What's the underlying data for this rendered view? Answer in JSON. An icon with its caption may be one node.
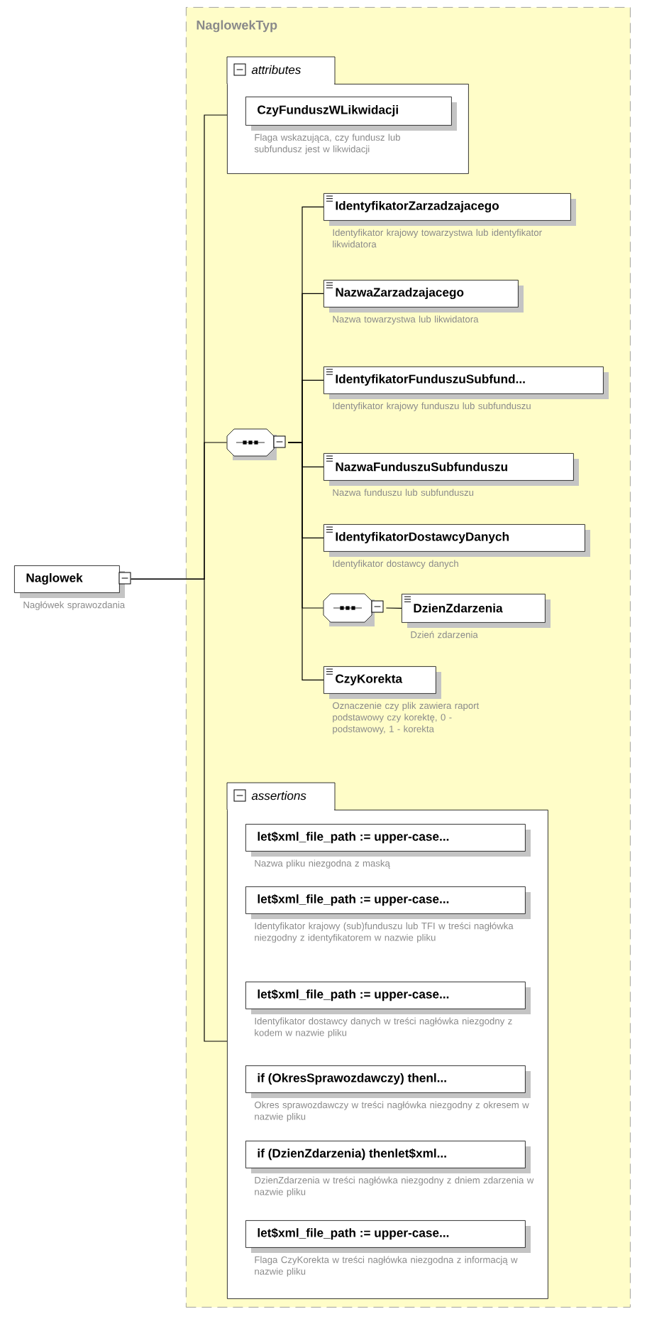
{
  "diagram": {
    "nodes": [
      {
        "text": [
          "NaglowekTyp"
        ]
      },
      {
        "text": [
          "attributes"
        ],
        "in": 0
      },
      {
        "text": [
          "CzyFunduszWLikwidacji"
        ],
        "in": 1,
        "beside": [
          "Flaga wskazująca, czy fundusz lub subfundusz jest w likwidacji"
        ]
      },
      {
        "text": [],
        "shape": "octagon",
        "in": 0
      },
      {
        "text": [
          "IdentyfikatorZarzadzajacego"
        ],
        "in": 0,
        "beside": [
          "Identyfikator krajowy towarzystwa lub identyfikator likwidatora"
        ]
      },
      {
        "text": [
          "NazwaZarzadzajacego"
        ],
        "in": 0,
        "beside": [
          "Nazwa towarzystwa lub likwidatora"
        ]
      },
      {
        "text": [
          "IdentyfikatorFunduszuSubfund..."
        ],
        "in": 0,
        "beside": [
          "Identyfikator krajowy funduszu lub subfunduszu"
        ]
      },
      {
        "text": [
          "NazwaFunduszuSubfunduszu"
        ],
        "in": 0,
        "beside": [
          "Nazwa funduszu lub subfunduszu"
        ]
      },
      {
        "text": [
          "IdentyfikatorDostawcyDanych"
        ],
        "in": 0,
        "beside": [
          "Identyfikator dostawcy danych"
        ]
      },
      {
        "text": [],
        "shape": "octagon",
        "in": 0
      },
      {
        "text": [
          "DzienZdarzenia"
        ],
        "in": 0,
        "beside": [
          "Dzień zdarzenia"
        ]
      },
      {
        "text": [
          "CzyKorekta"
        ],
        "in": 0,
        "beside": [
          "Oznaczenie czy plik zawiera raport podstawowy czy korektę, 0 - podstawowy, 1 - korekta"
        ]
      },
      {
        "text": [
          "assertions"
        ],
        "in": 0
      },
      {
        "text": [
          "let$xml_file_path := upper-case..."
        ],
        "in": 12,
        "beside": [
          "Nazwa pliku niezgodna z maską"
        ]
      },
      {
        "text": [
          "let$xml_file_path := upper-case..."
        ],
        "in": 12,
        "beside": [
          "Identyfikator krajowy (sub)funduszu lub TFI w treści nagłówka niezgodny z identyfikatorem w nazwie pliku"
        ]
      },
      {
        "text": [
          "let$xml_file_path := upper-case..."
        ],
        "in": 12,
        "beside": [
          "Identyfikator dostawcy danych w treści nagłówka niezgodny z kodem w nazwie pliku"
        ]
      },
      {
        "text": [
          "if (OkresSprawozdawczy) thenl..."
        ],
        "in": 12,
        "beside": [
          "Okres sprawozdawczy w treści nagłówka niezgodny z okresem w nazwie pliku"
        ]
      },
      {
        "text": [
          "if (DzienZdarzenia) thenlet$xml..."
        ],
        "in": 12,
        "beside": [
          "DzienZdarzenia w treści nagłówka niezgodny z dniem zdarzenia w nazwie pliku"
        ]
      },
      {
        "text": [
          "let$xml_file_path := upper-case..."
        ],
        "in": 12,
        "beside": [
          "Flaga CzyKorekta w treści nagłówka niezgodna z informacją w nazwie pliku"
        ]
      },
      {
        "text": [
          "Naglowek"
        ],
        "beside": [
          "Nagłówek sprawozdania"
        ]
      }
    ],
    "edges": [
      {
        "from": 19,
        "to": 1,
        "arrow": "none"
      },
      {
        "from": 19,
        "to": 3,
        "arrow": "none"
      },
      {
        "from": 19,
        "to": 12,
        "arrow": "none"
      },
      {
        "from": 3,
        "to": 4,
        "arrow": "none"
      },
      {
        "from": 3,
        "to": 5,
        "arrow": "none"
      },
      {
        "from": 3,
        "to": 6,
        "arrow": "none"
      },
      {
        "from": 3,
        "to": 7,
        "arrow": "none"
      },
      {
        "from": 3,
        "to": 8,
        "arrow": "none"
      },
      {
        "from": 3,
        "to": 9,
        "arrow": "none"
      },
      {
        "from": 3,
        "to": 11,
        "arrow": "none"
      },
      {
        "from": 9,
        "to": 10,
        "arrow": "none"
      }
    ]
  }
}
